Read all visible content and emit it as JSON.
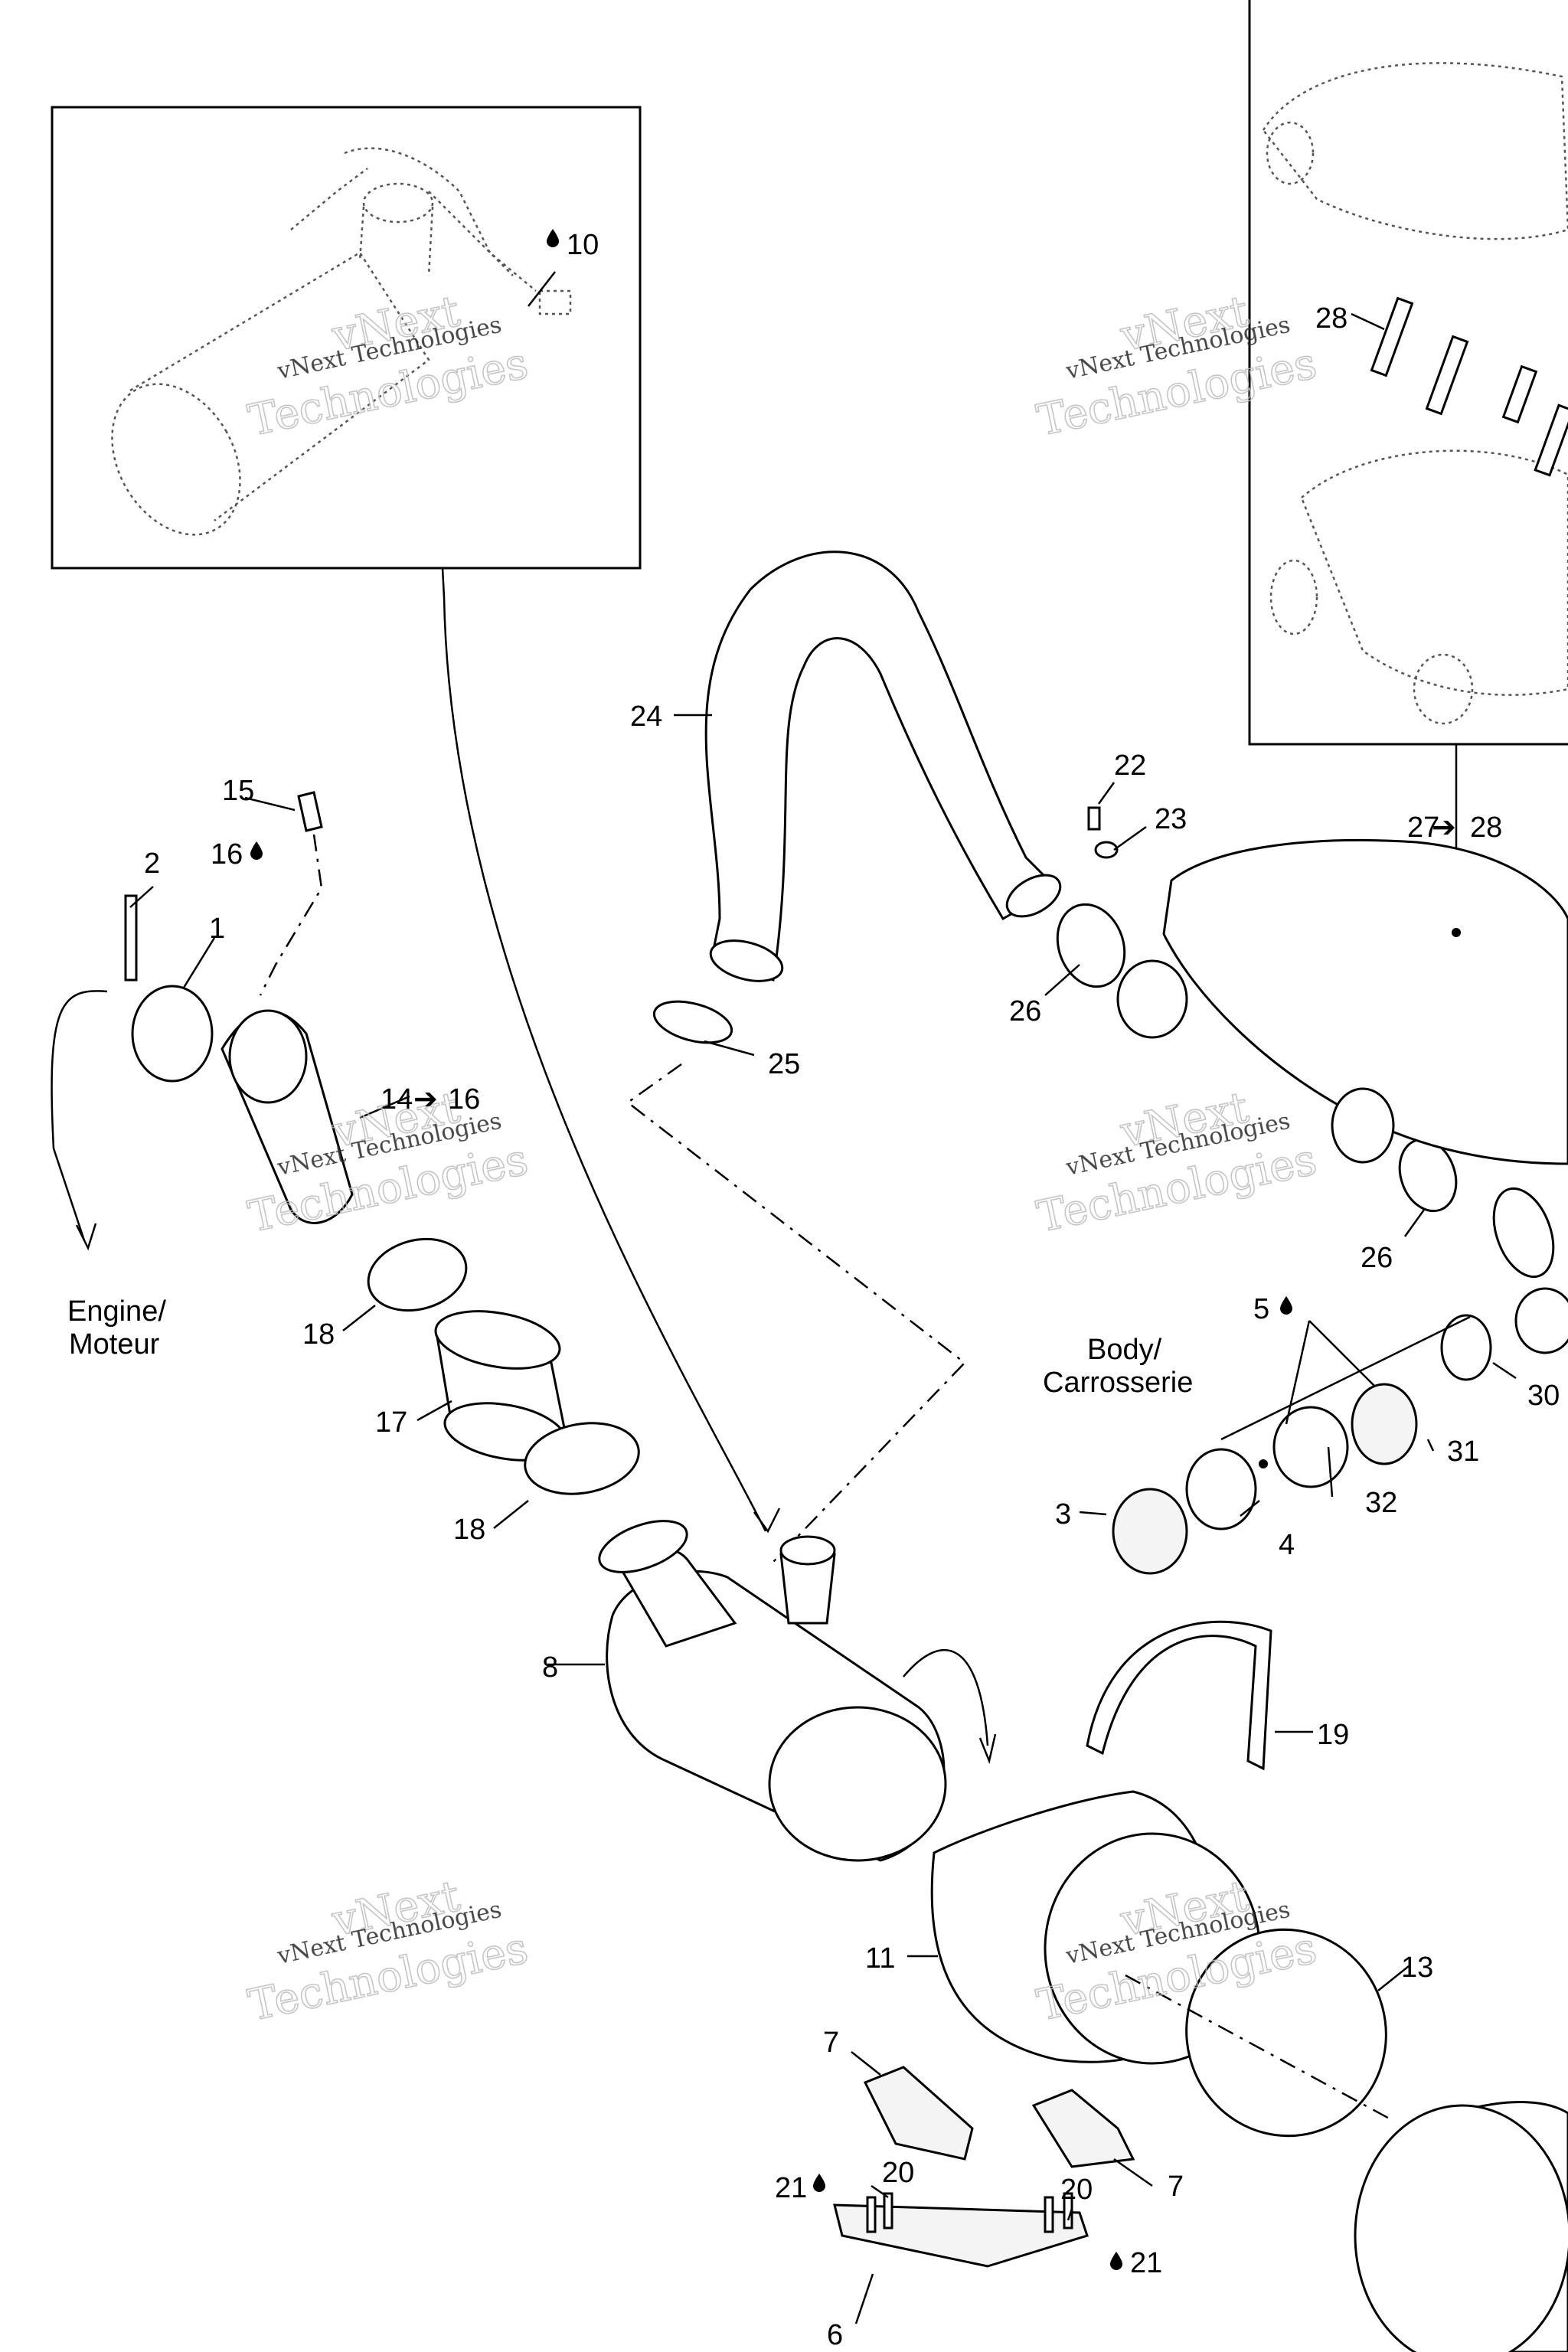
{
  "labels": {
    "l1": "1",
    "l2": "2",
    "l3": "3",
    "l4": "4",
    "l5": "5",
    "l6": "6",
    "l7a": "7",
    "l7b": "7",
    "l8": "8",
    "l10": "10",
    "l11": "11",
    "l13": "13",
    "l14_16": "14",
    "l14_16b": "16",
    "l15": "15",
    "l16": "16",
    "l17": "17",
    "l18a": "18",
    "l18b": "18",
    "l19": "19",
    "l20a": "20",
    "l20b": "20",
    "l21a": "21",
    "l21b": "21",
    "l22": "22",
    "l23": "23",
    "l24": "24",
    "l25": "25",
    "l26a": "26",
    "l26b": "26",
    "l27_28": "27",
    "l27_28b": "28",
    "l28": "28",
    "l30": "30",
    "l31": "31",
    "l32": "32"
  },
  "callouts": {
    "engine_line1": "Engine/",
    "engine_line2": "Moteur",
    "body_line1": "Body/",
    "body_line2": "Carrosserie"
  },
  "watermark": {
    "line1": "vNext Technologies",
    "line2": "Technologies",
    "line3": "vNext"
  },
  "icons": {
    "drop": "drop-icon",
    "arrow": "right-arrow-icon"
  }
}
